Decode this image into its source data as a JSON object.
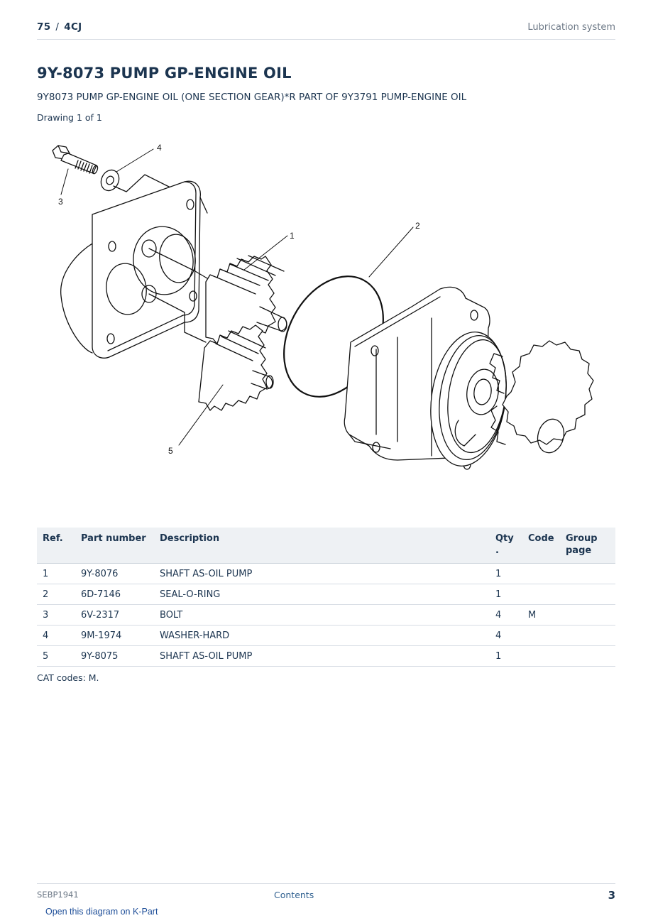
{
  "header": {
    "page_number": "75",
    "separator": "/",
    "model": "4CJ",
    "section": "Lubrication system"
  },
  "title": "9Y-8073 PUMP GP-ENGINE OIL",
  "subtitle": "9Y8073 PUMP GP-ENGINE OIL (ONE SECTION GEAR)*R PART OF 9Y3791 PUMP-ENGINE OIL",
  "drawing_note": "Drawing 1 of 1",
  "diagram": {
    "callouts": [
      "1",
      "2",
      "3",
      "4",
      "5"
    ]
  },
  "table": {
    "headers": {
      "ref": "Ref.",
      "part_number": "Part number",
      "description": "Description",
      "qty_line1": "Qty",
      "qty_line2": ".",
      "code": "Code",
      "group_line1": "Group",
      "group_line2": "page"
    },
    "rows": [
      {
        "ref": "1",
        "part_number": "9Y-8076",
        "description": "SHAFT AS-OIL PUMP",
        "qty": "1",
        "code": "",
        "group_page": ""
      },
      {
        "ref": "2",
        "part_number": "6D-7146",
        "description": "SEAL-O-RING",
        "qty": "1",
        "code": "",
        "group_page": ""
      },
      {
        "ref": "3",
        "part_number": "6V-2317",
        "description": "BOLT",
        "qty": "4",
        "code": "M",
        "group_page": ""
      },
      {
        "ref": "4",
        "part_number": "9M-1974",
        "description": "WASHER-HARD",
        "qty": "4",
        "code": "",
        "group_page": ""
      },
      {
        "ref": "5",
        "part_number": "9Y-8075",
        "description": "SHAFT AS-OIL PUMP",
        "qty": "1",
        "code": "",
        "group_page": ""
      }
    ]
  },
  "codes_note": "CAT codes: M.",
  "footer": {
    "doc_id": "SEBP1941",
    "contents_link": "Contents",
    "page": "3",
    "diagram_link": "Open this diagram on K-Part"
  }
}
